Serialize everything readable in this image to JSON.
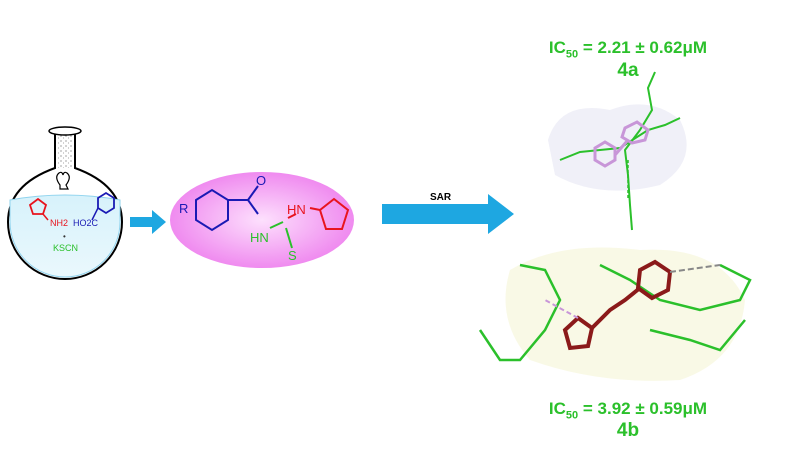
{
  "flask": {
    "amine_label": "NH2",
    "acid_label": "HO2C",
    "reagent": "KSCN",
    "dot": "•"
  },
  "product": {
    "r_label": "R",
    "o_label": "O",
    "nh1_label": "HN",
    "nh2_label": "HN",
    "s_label": "S"
  },
  "arrow_label": "SAR",
  "compound_a": {
    "ic50_prefix": "IC",
    "ic50_sub": "50",
    "ic50_value": " = 2.21 ± 0.62μM",
    "name": "4a"
  },
  "compound_b": {
    "ic50_prefix": "IC",
    "ic50_sub": "50",
    "ic50_value": " = 3.92 ± 0.59μM",
    "name": "4b"
  },
  "colors": {
    "arrow": "#1ea7e1",
    "green": "#2bc02b",
    "red": "#e8141e",
    "blue": "#1a1ab4",
    "pink": "#f08cf0"
  }
}
